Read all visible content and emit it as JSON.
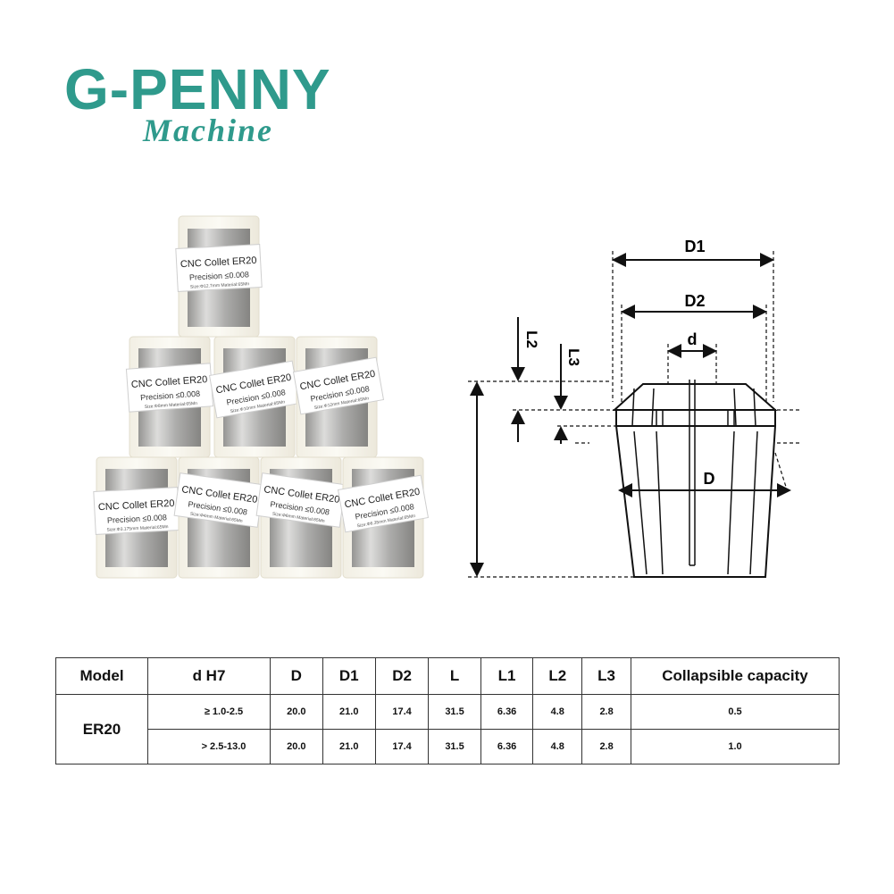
{
  "brand": {
    "name": "G-PENNY",
    "subtitle": "Machine",
    "color": "#2f9a8c"
  },
  "photo": {
    "product_label": "CNC Collet ER20",
    "precision_label": "Precision ≤0.008",
    "size_lines": [
      "Size:Φ12.7mm Material:65Mn",
      "Size:Φ8mm Material:65Mn",
      "Size:Φ10mm Material:65Mn",
      "Size:Φ12mm Material:65Mn",
      "Size:Φ3.175mm Material:65Mn",
      "Size:Φ4mm Material:65Mn",
      "Size:Φ6mm Material:65Mn",
      "Size:Φ6.35mm Material:65Mn"
    ]
  },
  "diagram": {
    "labels": {
      "D1": "D1",
      "D2": "D2",
      "d": "d",
      "D": "D",
      "L2": "L2",
      "L3": "L3"
    }
  },
  "table": {
    "headers": [
      "Model",
      "d  H7",
      "D",
      "D1",
      "D2",
      "L",
      "L1",
      "L2",
      "L3",
      "Collapsible capacity"
    ],
    "model": "ER20",
    "rows": [
      {
        "d": "≥ 1.0-2.5",
        "D": "20.0",
        "D1": "21.0",
        "D2": "17.4",
        "L": "31.5",
        "L1": "6.36",
        "L2": "4.8",
        "L3": "2.8",
        "cap": "0.5"
      },
      {
        "d": "> 2.5-13.0",
        "D": "20.0",
        "D1": "21.0",
        "D2": "17.4",
        "L": "31.5",
        "L1": "6.36",
        "L2": "4.8",
        "L3": "2.8",
        "cap": "1.0"
      }
    ]
  }
}
